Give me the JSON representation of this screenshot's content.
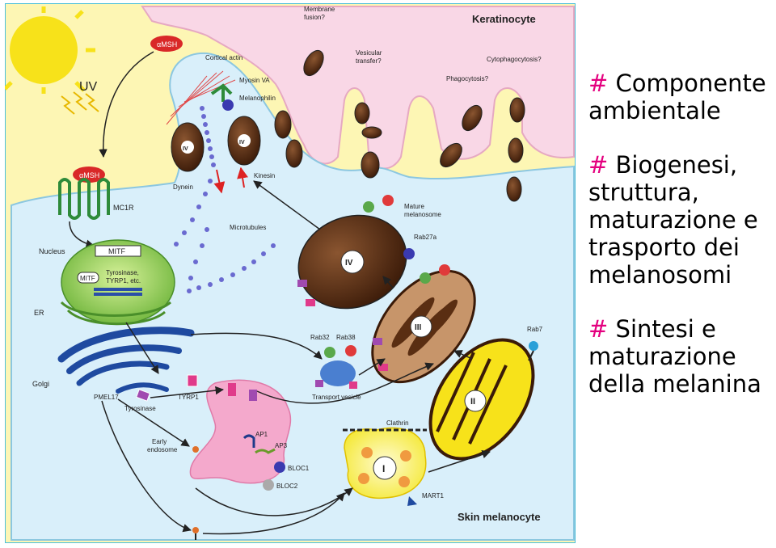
{
  "figure": {
    "regions": {
      "keratinocyte": "Keratinocyte",
      "melanocyte": "Skin melanocyte"
    },
    "labels": {
      "uv": "UV",
      "amsh_top": "αMSH",
      "amsh_receptor": "αMSH",
      "mc1r": "MC1R",
      "nucleus": "Nucleus",
      "mitf_box": "MITF",
      "mitf_small": "MITF",
      "tyrosinase_genes_1": "Tyrosinase,",
      "tyrosinase_genes_2": "TYRP1, etc.",
      "er": "ER",
      "golgi": "Golgi",
      "pmel17": "PMEL17",
      "tyrosinase": "Tyrosinase",
      "tyrp1": "TYRP1",
      "cortical_actin": "Cortical actin",
      "myosin_va": "Myosin VA",
      "melanophilin": "Melanophilin",
      "dynein": "Dynein",
      "kinesin": "Kinesin",
      "microtubules": "Microtubules",
      "membrane_fusion_1": "Membrane",
      "membrane_fusion_2": "fusion?",
      "vesicular_transfer_1": "Vesicular",
      "vesicular_transfer_2": "transfer?",
      "phagocytosis": "Phagocytosis?",
      "cytophagocytosis": "Cytophagocytosis?",
      "mature_melanosome_1": "Mature",
      "mature_melanosome_2": "melanosome",
      "rab27a": "Rab27a",
      "rab32": "Rab32",
      "rab38": "Rab38",
      "transport_vesicle": "Transport vesicle",
      "rab7": "Rab7",
      "early_endosome_1": "Early",
      "early_endosome_2": "endosome",
      "ap1": "AP1",
      "ap3": "AP3",
      "bloc1": "BLOC1",
      "bloc2": "BLOC2",
      "clathrin": "Clathrin",
      "mart1": "MART1",
      "stage_i": "I",
      "stage_ii": "II",
      "stage_iii": "III",
      "stage_iv": "IV",
      "stage_iv_small_1": "IV",
      "stage_iv_small_2": "IV"
    }
  },
  "notes": [
    {
      "hash": "#",
      "text": "Componente ambientale"
    },
    {
      "hash": "#",
      "text": "Biogenesi, struttura, maturazione e trasporto dei melanosomi"
    },
    {
      "hash": "#",
      "text": "Sintesi e maturazione della melanina"
    }
  ],
  "colors": {
    "hash": "#e4007f",
    "keratinocyte": "#f9d7e6",
    "melanocyte": "#d9effa",
    "sky": "#fdf6b4",
    "sun": "#f7e21a",
    "melanin": "#5a2e12"
  }
}
